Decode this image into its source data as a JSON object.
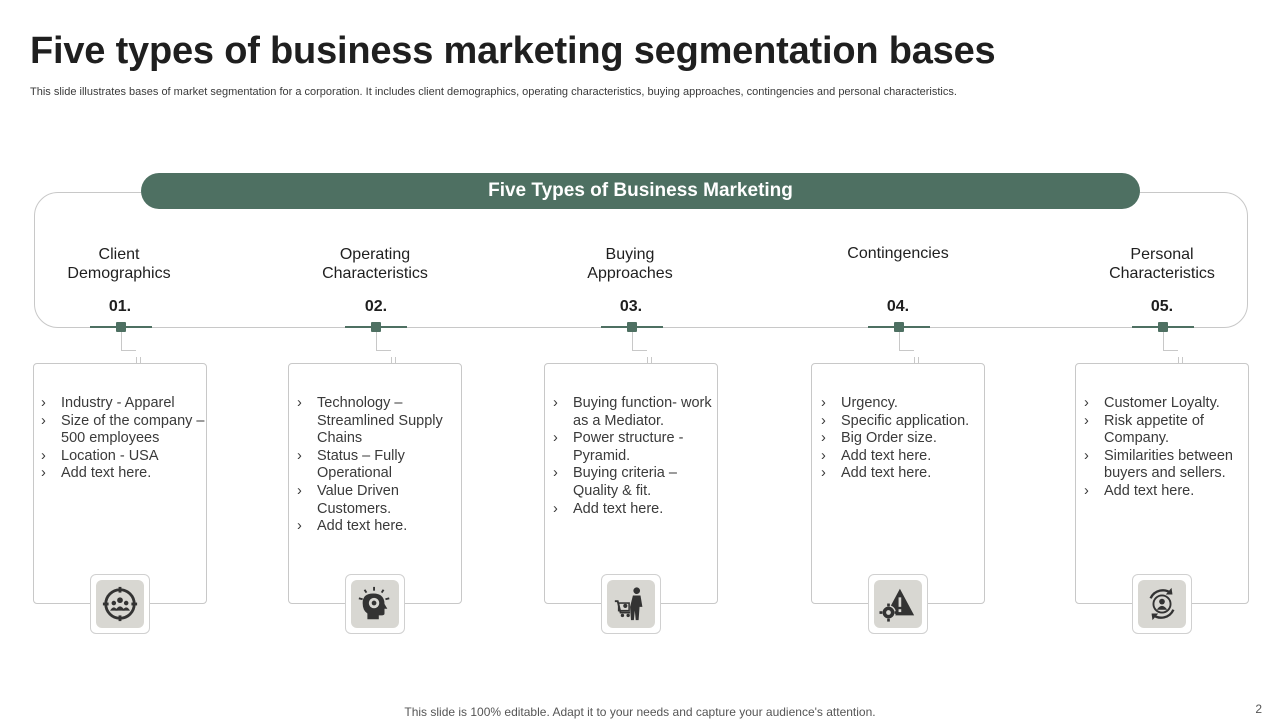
{
  "title": "Five types of business marketing segmentation bases",
  "subtitle": "This slide illustrates bases of market segmentation for a corporation. It includes client demographics, operating characteristics, buying approaches, contingencies and personal characteristics.",
  "banner": "Five Types of Business Marketing",
  "columns": [
    {
      "heading": [
        "Client",
        "Demographics"
      ],
      "number": "01.",
      "icon": "people-target-icon",
      "items": [
        "Industry - Apparel",
        "Size of the company – 500 employees",
        "Location - USA",
        "Add text here."
      ]
    },
    {
      "heading": [
        "Operating",
        "Characteristics"
      ],
      "number": "02.",
      "icon": "head-gear-icon",
      "items": [
        "Technology – Streamlined Supply Chains",
        "Status – Fully Operational",
        "Value Driven Customers.",
        "Add text here."
      ]
    },
    {
      "heading": [
        "Buying",
        "Approaches"
      ],
      "number": "03.",
      "icon": "shopper-cart-icon",
      "items": [
        "Buying function- work as a Mediator.",
        "Power structure - Pyramid.",
        "Buying criteria – Quality & fit.",
        "Add text here."
      ]
    },
    {
      "heading": [
        "Contingencies"
      ],
      "number": "04.",
      "icon": "warning-gear-icon",
      "items": [
        "Urgency.",
        "Specific application.",
        "Big Order size.",
        "Add text here.",
        "Add text here."
      ]
    },
    {
      "heading": [
        "Personal",
        "Characteristics"
      ],
      "number": "05.",
      "icon": "person-cycle-icon",
      "items": [
        "Customer Loyalty.",
        "Risk appetite of Company.",
        "Similarities between buyers and sellers.",
        "Add text here."
      ]
    }
  ],
  "footer": "This slide is 100% editable. Adapt it to your needs and capture your audience's attention.",
  "page_number": "2",
  "colors": {
    "accent": "#4e7062",
    "icon_bg": "#d8d7d2",
    "border": "#c8c8c8"
  }
}
